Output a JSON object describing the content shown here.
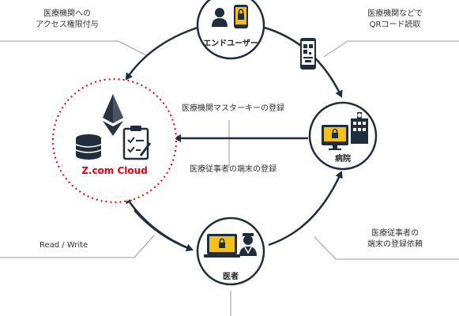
{
  "nodes": {
    "user": {
      "label": "エンドユーザー"
    },
    "hospital": {
      "label": "病院"
    },
    "doctor": {
      "label": "医者"
    },
    "cloud": {
      "label": "Z.com Cloud"
    }
  },
  "annotations": {
    "top_left_line1": "医療機関への",
    "top_left_line2": "アクセス権限付与",
    "top_right_line1": "医療機関などで",
    "top_right_line2": "QRコード読取",
    "center_top": "医療機関マスターキーの登録",
    "center_bottom": "医療従事者の端末の登録",
    "bottom_left": "Read / Write",
    "bottom_right_line1": "医療従事者の",
    "bottom_right_line2": "端末の登録依頼"
  },
  "colors": {
    "accent_red": "#e60012",
    "navy": "#1f2d3d",
    "yellow": "#f2c21b",
    "line_gray": "#9a9a9a"
  }
}
